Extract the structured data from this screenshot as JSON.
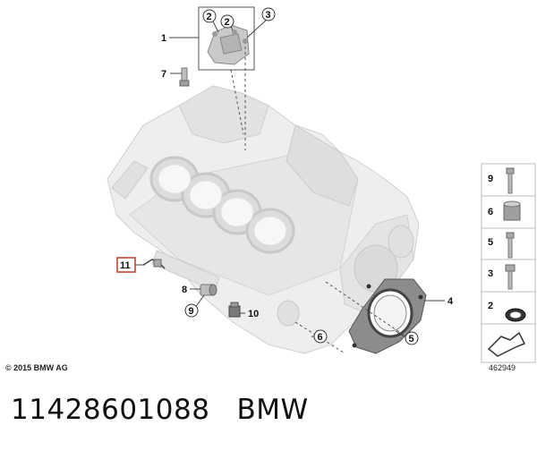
{
  "diagram": {
    "callouts": [
      "1",
      "2",
      "2",
      "3",
      "4",
      "5",
      "6",
      "7",
      "8",
      "9",
      "10",
      "11"
    ],
    "side_legend": [
      "9",
      "6",
      "5",
      "3",
      "2"
    ],
    "copyright": "© 2015 BMW AG",
    "diagram_number": "462949"
  },
  "caption": {
    "part_number": "11428601088",
    "brand": "BMW"
  }
}
